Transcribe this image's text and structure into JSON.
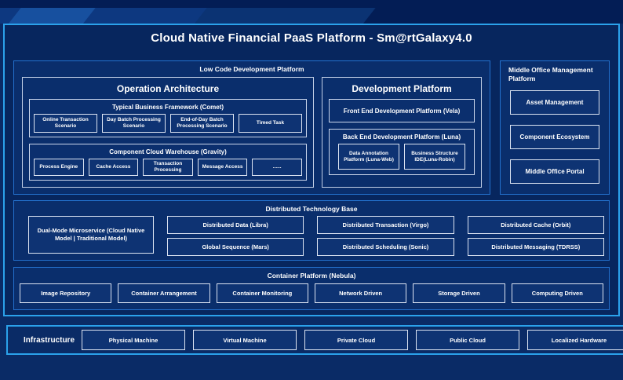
{
  "title": "Cloud Native Financial PaaS Platform - Sm@rtGalaxy4.0",
  "colors": {
    "background": "#0A2B66",
    "outer_border": "#2BA2EB",
    "panel_border": "#2471CE",
    "leaf_border": "#DCE4F2",
    "text": "#FFFFFF"
  },
  "low_code": {
    "label": "Low Code Development Platform",
    "operation": {
      "title": "Operation Architecture",
      "comet": {
        "title": "Typical Business Framework (Comet)",
        "items": [
          "Online Transaction Scenario",
          "Day Batch Processing Scenario",
          "End-of-Day Batch Processing Scenario",
          "Timed Task"
        ]
      },
      "gravity": {
        "title": "Component Cloud Warehouse (Gravity)",
        "items": [
          "Process Engine",
          "Cache Access",
          "Transaction Processing",
          "Message Access",
          "......"
        ]
      }
    },
    "development": {
      "title": "Development Platform",
      "front_end": "Front End Development Platform (Vela)",
      "back_end": {
        "title": "Back End Development Platform (Luna)",
        "items": [
          "Data Annotation Platform (Luna-Web)",
          "Business Structure IDE(Luna-Robin)"
        ]
      }
    }
  },
  "middle_office": {
    "label": "Middle Office Management Platform",
    "items": [
      "Asset Management",
      "Component Ecosystem",
      "Middle Office Portal"
    ]
  },
  "distributed": {
    "label": "Distributed Technology Base",
    "dual_mode": "Dual-Mode Microservice (Cloud Native Model | Traditional Model)",
    "items": [
      "Distributed Data (Libra)",
      "Distributed Transaction (Virgo)",
      "Distributed Cache (Orbit)",
      "Global Sequence (Mars)",
      "Distributed Scheduling (Sonic)",
      "Distributed Messaging (TDRSS)"
    ]
  },
  "container": {
    "label": "Container Platform (Nebula)",
    "items": [
      "Image Repository",
      "Container Arrangement",
      "Container Monitoring",
      "Network Driven",
      "Storage Driven",
      "Computing Driven"
    ]
  },
  "infrastructure": {
    "label": "Infrastructure",
    "items": [
      "Physical Machine",
      "Virtual Machine",
      "Private Cloud",
      "Public Cloud",
      "Localized Hardware"
    ]
  }
}
